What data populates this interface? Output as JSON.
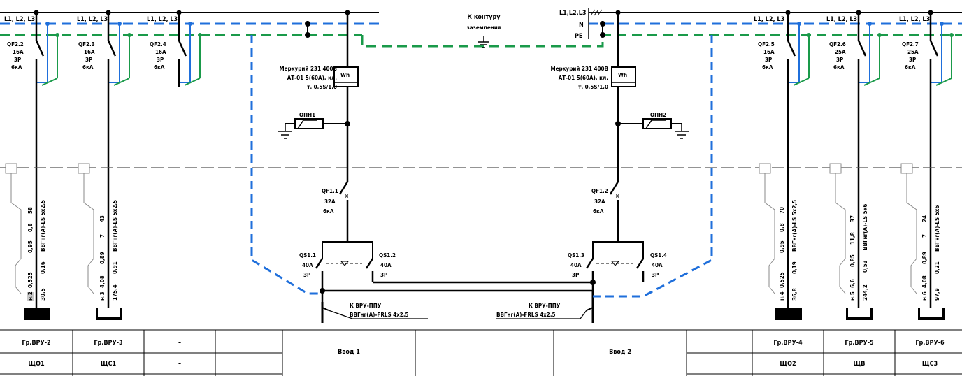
{
  "colors": {
    "wire": "#000000",
    "neutral": "#1f6fdb",
    "pe": "#1a9a4a",
    "highlight": "#c8c8c8"
  },
  "bus_labels": {
    "phases_left": [
      "L1, L2, L3",
      "L1, L2, L3",
      "L1, L2, L3"
    ],
    "phases_right": [
      "L1, L2, L3",
      "L1, L2, L3",
      "L1, L2, L3"
    ],
    "main_phases": "L1,L2,L3",
    "n": "N",
    "pe": "PE",
    "earth_line1": "К контуру",
    "earth_line2": "заземления"
  },
  "breakers_left": [
    {
      "name": "QF2.2",
      "current": "16A",
      "poles": "3P",
      "ka": "6кА"
    },
    {
      "name": "QF2.3",
      "current": "16A",
      "poles": "3P",
      "ka": "6кА"
    },
    {
      "name": "QF2.4",
      "current": "16A",
      "poles": "3P",
      "ka": "6кА"
    }
  ],
  "breakers_right": [
    {
      "name": "QF2.5",
      "current": "16A",
      "poles": "3P",
      "ka": "6кА"
    },
    {
      "name": "QF2.6",
      "current": "25A",
      "poles": "3P",
      "ka": "6кА"
    },
    {
      "name": "QF2.7",
      "current": "25A",
      "poles": "3P",
      "ka": "6кА"
    }
  ],
  "meters": [
    {
      "l1": "Меркурий 231 400В",
      "l2": "АТ-01 5(60А), кл.",
      "l3": "т. 0,5S/1,0",
      "symbol": "Wh"
    },
    {
      "l1": "Меркурий 231 400В",
      "l2": "АТ-01 5(60А), кл.",
      "l3": "т. 0,5S/1,0",
      "symbol": "Wh"
    }
  ],
  "surge": [
    "ОПН1",
    "ОПН2"
  ],
  "input_breakers": [
    {
      "name": "QF1.1",
      "current": "32A",
      "ka": "6кА"
    },
    {
      "name": "QF1.2",
      "current": "32A",
      "ka": "6кА"
    }
  ],
  "switches": [
    {
      "name": "QS1.1",
      "current": "40A",
      "poles": "3P"
    },
    {
      "name": "QS1.2",
      "current": "40A",
      "poles": "3P"
    },
    {
      "name": "QS1.3",
      "current": "40A",
      "poles": "3P"
    },
    {
      "name": "QS1.4",
      "current": "40A",
      "poles": "3P"
    }
  ],
  "outputs": [
    {
      "l1": "К ВРУ-ППУ",
      "l2": "ВВГнг(А)-FRLS 4х2,5"
    },
    {
      "l1": "К ВРУ-ППУ",
      "l2": "ВВГнг(А)-FRLS 4х2,5"
    }
  ],
  "cables_left": [
    {
      "cable": "ВВГнг(А)-LS 5х2,5",
      "r1": "58",
      "r1b": "0,8",
      "r2": "0,95",
      "r3": "0,525",
      "r4": "н.2",
      "r5": "30,5",
      "r6": "0,16"
    },
    {
      "cable": "ВВГнг(А)-LS 5х2,5",
      "r1": "43",
      "r1b": "7",
      "r2": "0,89",
      "r3": "4,08",
      "r4": "н.3",
      "r5": "175,4",
      "r6": "0,91"
    }
  ],
  "cables_right": [
    {
      "cable": "ВВГнг(А)-LS 5х2,5",
      "r1": "70",
      "r1b": "0,8",
      "r2": "0,95",
      "r3": "0,525",
      "r4": "н.4",
      "r5": "36,8",
      "r6": "0,19"
    },
    {
      "cable": "ВВГнг(А)-LS 5х6",
      "r1": "37",
      "r1b": "11,8",
      "r2": "0,85",
      "r3": "6,6",
      "r4": "н.5",
      "r5": "244,2",
      "r6": "0,53"
    },
    {
      "cable": "ВВГнг(А)-LS 5х6",
      "r1": "24",
      "r1b": "7",
      "r2": "0,89",
      "r3": "4,08",
      "r4": "н.6",
      "r5": "97,9",
      "r6": "0,21"
    }
  ],
  "table": {
    "row1": [
      "Гр.ВРУ-2",
      "Гр.ВРУ-3",
      "–",
      "",
      "Гр.ВРУ-4",
      "Гр.ВРУ-5",
      "Гр.ВРУ-6"
    ],
    "row2": [
      "ЩО1",
      "ЩС1",
      "–",
      "",
      "ЩО2",
      "ЩВ",
      "ЩС3"
    ],
    "inputs": [
      "Ввод 1",
      "Ввод 2"
    ]
  }
}
